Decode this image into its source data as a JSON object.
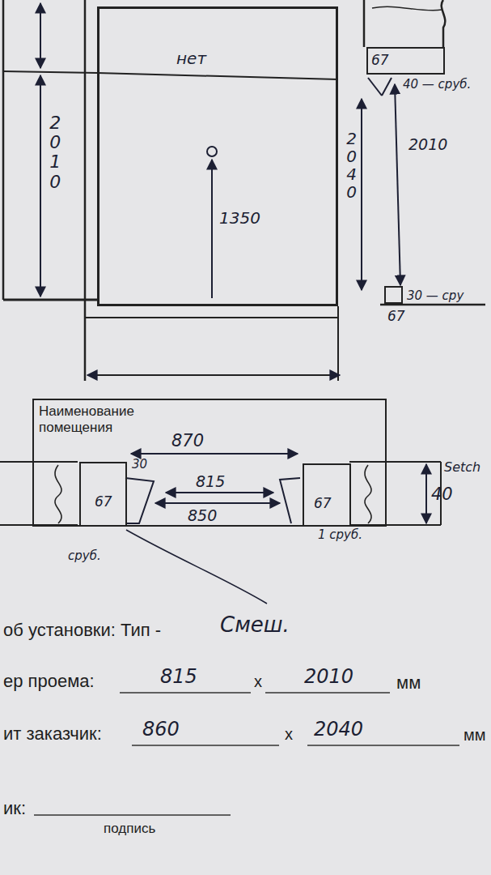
{
  "diagram": {
    "nodes": [
      {
        "text": [
          "нет",
          "1350"
        ]
      },
      {
        "text": [
          "67"
        ]
      },
      {
        "text": [
          "67"
        ]
      },
      {
        "text": [
          "Наименование помещения"
        ]
      },
      {
        "text": [
          "67"
        ],
        "in": 3
      },
      {
        "text": [
          "67"
        ],
        "in": 3
      }
    ],
    "labels": [
      "2010",
      "40 — сруб.",
      "2040",
      "2010",
      "30 — сру",
      "870",
      "30",
      "815",
      "850",
      "Setch",
      "40",
      "сруб.",
      "1 сруб.",
      "об установки: Тип -",
      "Смеш.",
      "ер проема:",
      "815",
      "x",
      "2010",
      "мм",
      "ит заказчик:",
      "860",
      "x",
      "2040",
      "мм",
      "ик:",
      "подпись"
    ]
  }
}
